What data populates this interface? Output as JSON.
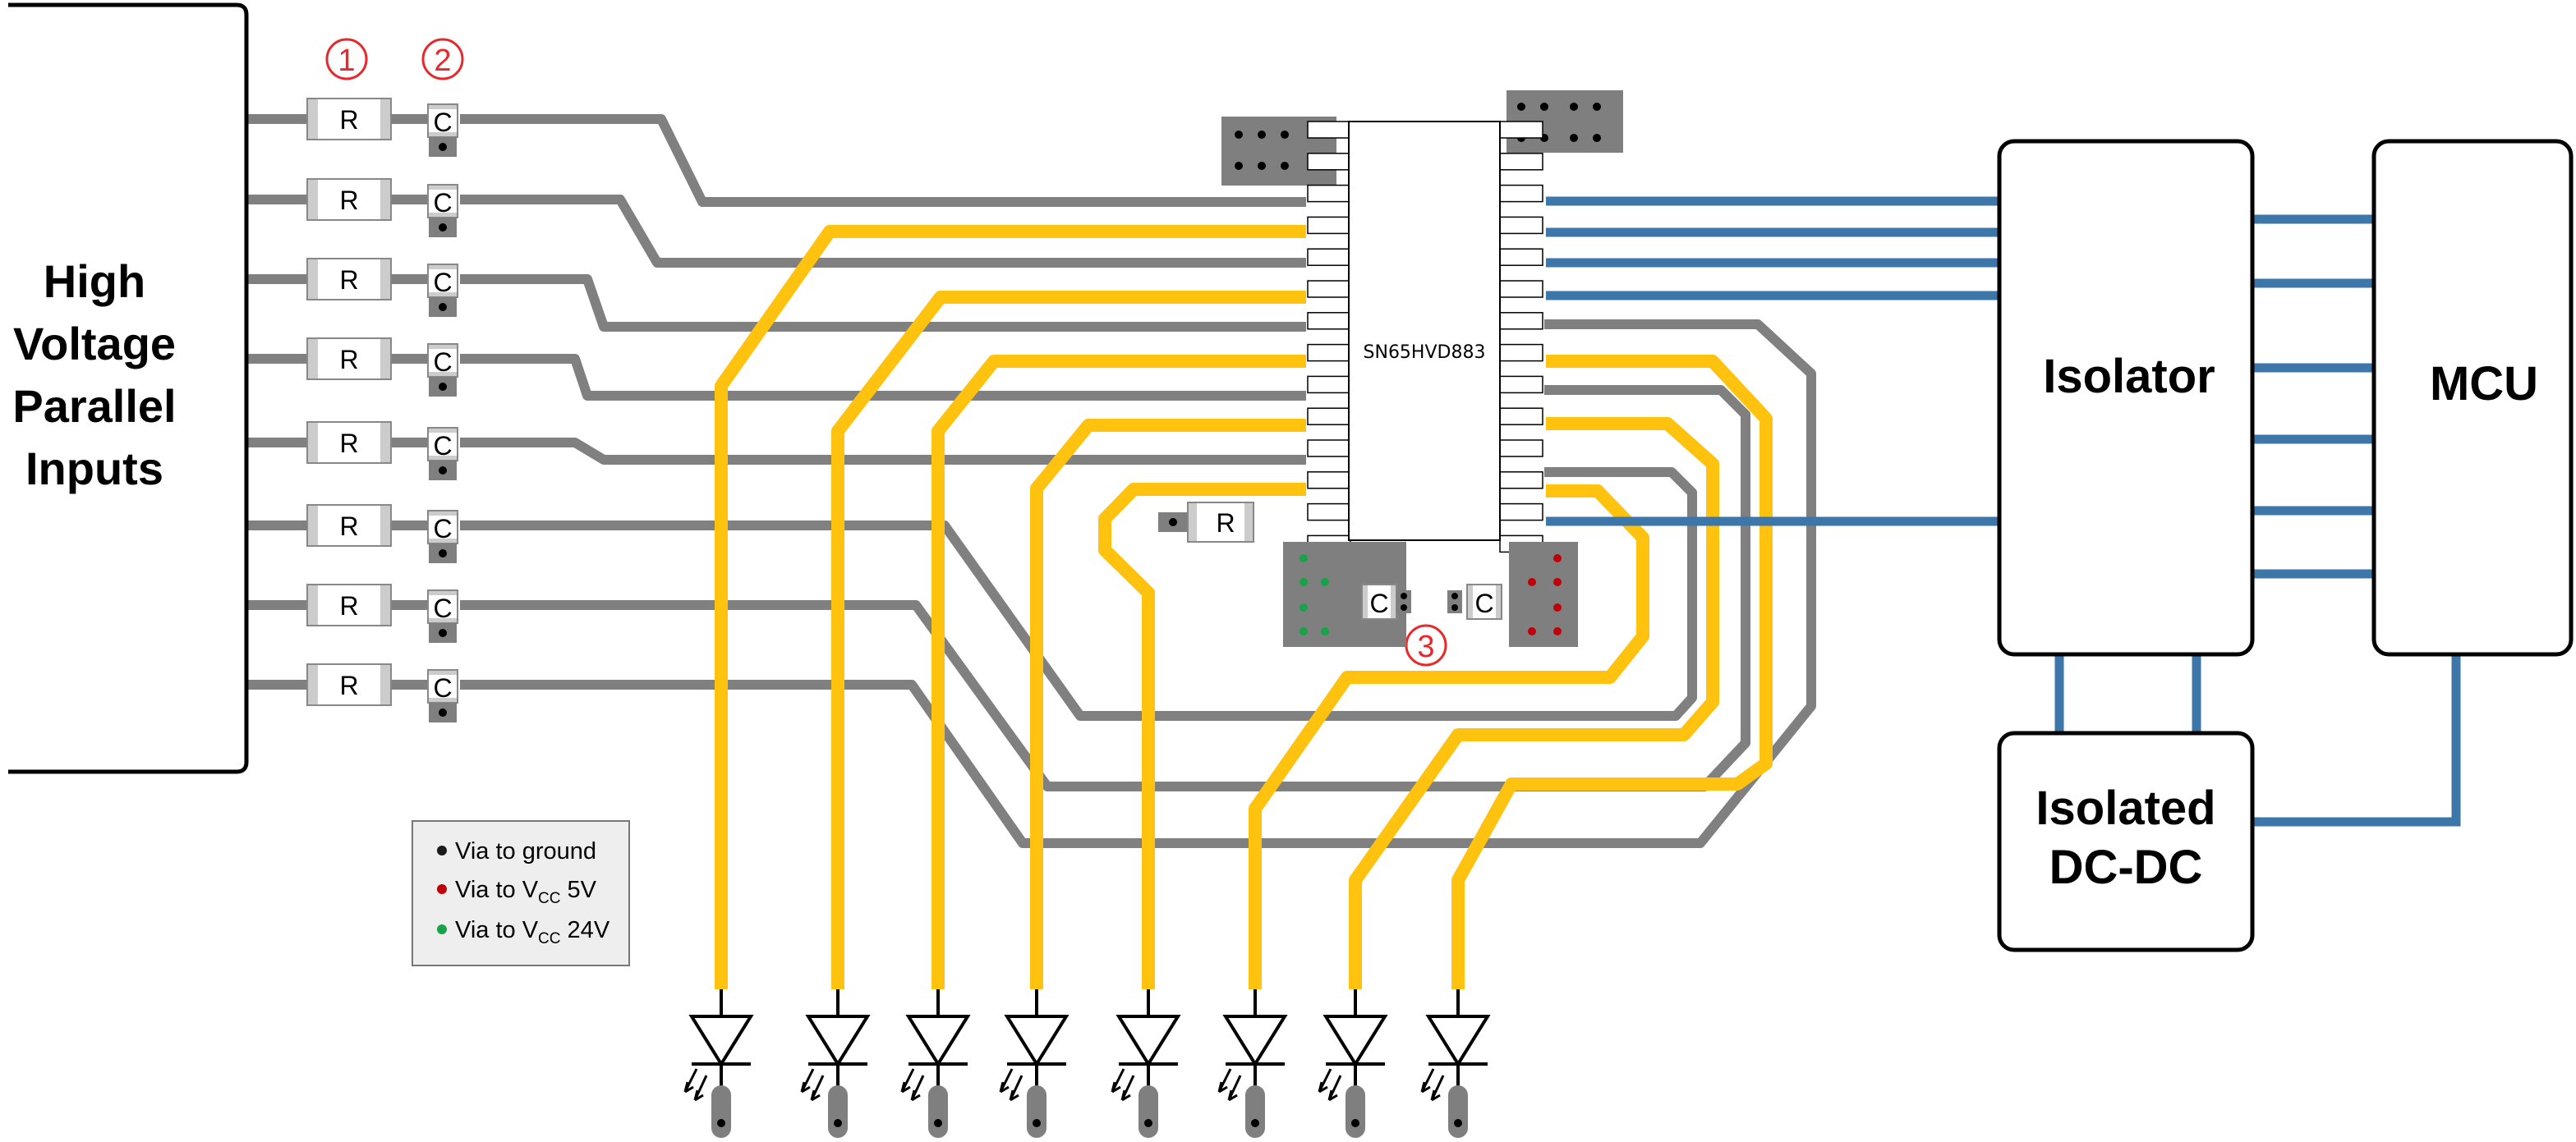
{
  "inputs_label": [
    "High",
    "Voltage",
    "Parallel",
    "Inputs"
  ],
  "markers": [
    "1",
    "2",
    "3"
  ],
  "chip_label": "SN65HVD883",
  "isolator_label": "Isolator",
  "mcu_label": "MCU",
  "dcdc_label": [
    "Isolated",
    "DC-DC"
  ],
  "resistor_label": "R",
  "capacitor_label": "C",
  "legend": [
    {
      "prefix": "Via to ground",
      "sub": "",
      "suffix": "",
      "color": "#1a1a1a"
    },
    {
      "prefix": "Via to V",
      "sub": "CC",
      "suffix": " 5V",
      "color": "#c0000b"
    },
    {
      "prefix": "Via to V",
      "sub": "CC",
      "suffix": " 24V",
      "color": "#16a34a"
    }
  ],
  "colors": {
    "gray_trace": "#808080",
    "yellow_trace": "#ffc20e",
    "blue_trace": "#3d76a8",
    "marker_red": "#e8282b",
    "pad_dark": "#7f7f7f"
  }
}
